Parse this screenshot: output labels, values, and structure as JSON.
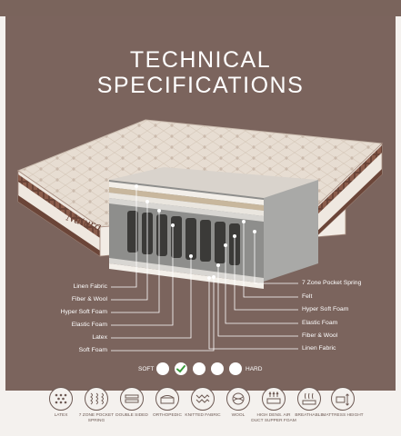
{
  "header": {
    "title_line1": "TECHNICAL",
    "title_line2": "SPECIFICATIONS"
  },
  "mattress": {
    "brand_text": "Natura"
  },
  "layers_left": [
    "Linen Fabric",
    "Fiber & Wool",
    "Hyper Soft Foam",
    "Elastic Foam",
    "Latex",
    "Soft Foam"
  ],
  "layers_right": [
    "7 Zone Pocket Spring",
    "Felt",
    "Hyper Soft Foam",
    "Elastic Foam",
    "Fiber & Wool",
    "Linen Fabric"
  ],
  "firmness": {
    "soft_label": "SOFT",
    "hard_label": "HARD",
    "level_count": 5,
    "selected_level": 2
  },
  "features": [
    {
      "icon": "latex-icon",
      "label": "LATEX"
    },
    {
      "icon": "pocket-spring-icon",
      "label": "7 ZONE POCKET SPRING"
    },
    {
      "icon": "double-sided-icon",
      "label": "DOUBLE SIDED"
    },
    {
      "icon": "orthopedic-icon",
      "label": "ORTHOPEDIC"
    },
    {
      "icon": "knitted-fabric-icon",
      "label": "KNITTED FABRIC"
    },
    {
      "icon": "wool-icon",
      "label": "WOOL"
    },
    {
      "icon": "high-density-foam-icon",
      "label": "HIGH DENS. AIR DUCT SUPPER FOAM"
    },
    {
      "icon": "breathable-icon",
      "label": "BREATHABLE"
    },
    {
      "icon": "mattress-height-icon",
      "label": "MATTRESS HEIGHT"
    }
  ],
  "colors": {
    "panel": "#7b645d",
    "background": "#f4f1ee",
    "accent_check": "#3a9a3a"
  }
}
